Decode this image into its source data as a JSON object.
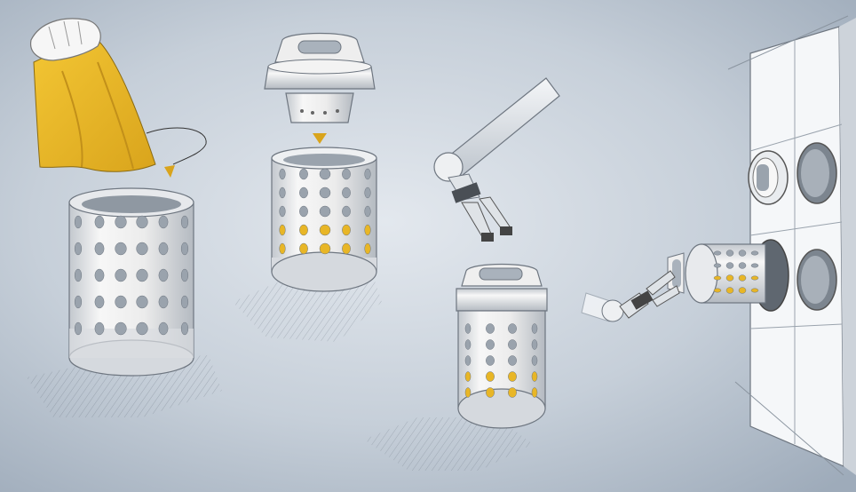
{
  "colors": {
    "background_light": "#dfe5ec",
    "background_dark": "#a9b6c4",
    "canister_body": "#f2f2f2",
    "canister_shade": "#c9cdd2",
    "hole": "#9aa3ad",
    "yellow_fill": "#e8b626",
    "wall": "#f4f6f8",
    "arm": "#e9ecef"
  },
  "steps": [
    {
      "id": "step-1",
      "description_icon": "hand-pouring-bag-icon"
    },
    {
      "id": "step-2",
      "description_icon": "lid-closing-icon"
    },
    {
      "id": "step-3",
      "description_icon": "robot-arm-gripping-icon"
    },
    {
      "id": "step-4",
      "description_icon": "canister-wall-insertion-icon"
    }
  ]
}
